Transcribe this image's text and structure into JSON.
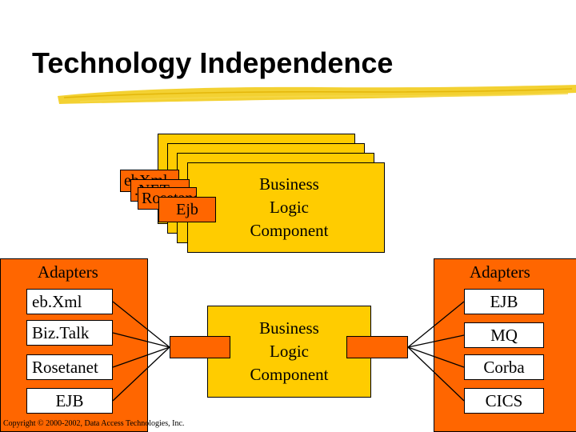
{
  "title": "Technology Independence",
  "colors": {
    "card": "#ffcc00",
    "adapter_panel": "#ff6600",
    "item_box": "#ffffff",
    "title_brush": "#f2cc1c"
  },
  "top_stack": {
    "card_lines": [
      "Business",
      "Logic",
      "Component"
    ],
    "chips": [
      "ebXml",
      ".NET",
      "Rosetanet",
      "Ejb"
    ]
  },
  "left_panel": {
    "title": "Adapters",
    "items": [
      "eb.Xml",
      "Biz.Talk",
      "Rosetanet",
      "EJB"
    ]
  },
  "right_panel": {
    "title": "Adapters",
    "items": [
      "EJB",
      "MQ",
      "Corba",
      "CICS"
    ]
  },
  "center_component": {
    "lines": [
      "Business",
      "Logic",
      "Component"
    ]
  },
  "footer": {
    "copyright": "Copyright © 2000-2002, Data Access Technologies, Inc."
  }
}
